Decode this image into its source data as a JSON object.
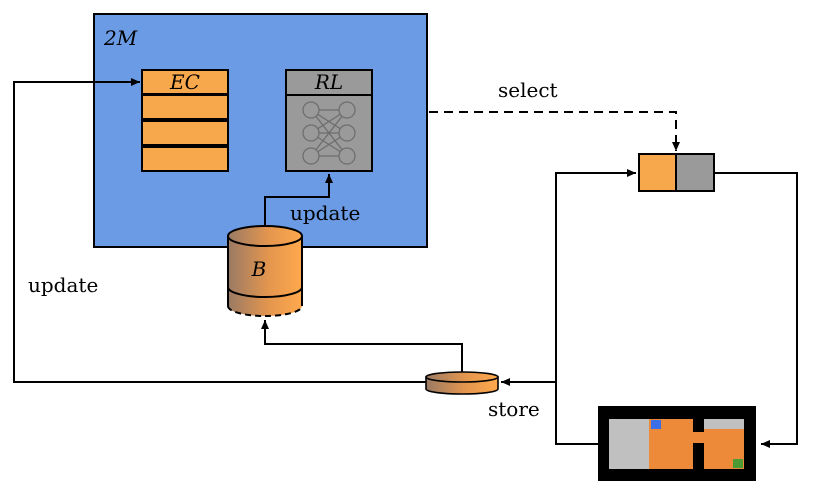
{
  "colors": {
    "model_box": "#6a9be4",
    "ec_orange": "#f8a84c",
    "rl_gray": "#9a9a9a",
    "env_floor": "#ed8a3a",
    "env_wall": "#c0c0c0",
    "agent_blue": "#3a6fe8",
    "goal_green": "#4c9a34"
  },
  "labels": {
    "model": "2M",
    "ec": "EC",
    "rl": "RL",
    "buffer": "B",
    "update_top": "update",
    "update_left": "update",
    "select": "select",
    "store": "store"
  },
  "icons": {
    "rl_network": "neural-network-icon",
    "buffer": "database-cylinder-icon",
    "transition": "disc-cylinder-icon",
    "selector": "two-cell-selector",
    "environment": "gridworld-maze"
  }
}
